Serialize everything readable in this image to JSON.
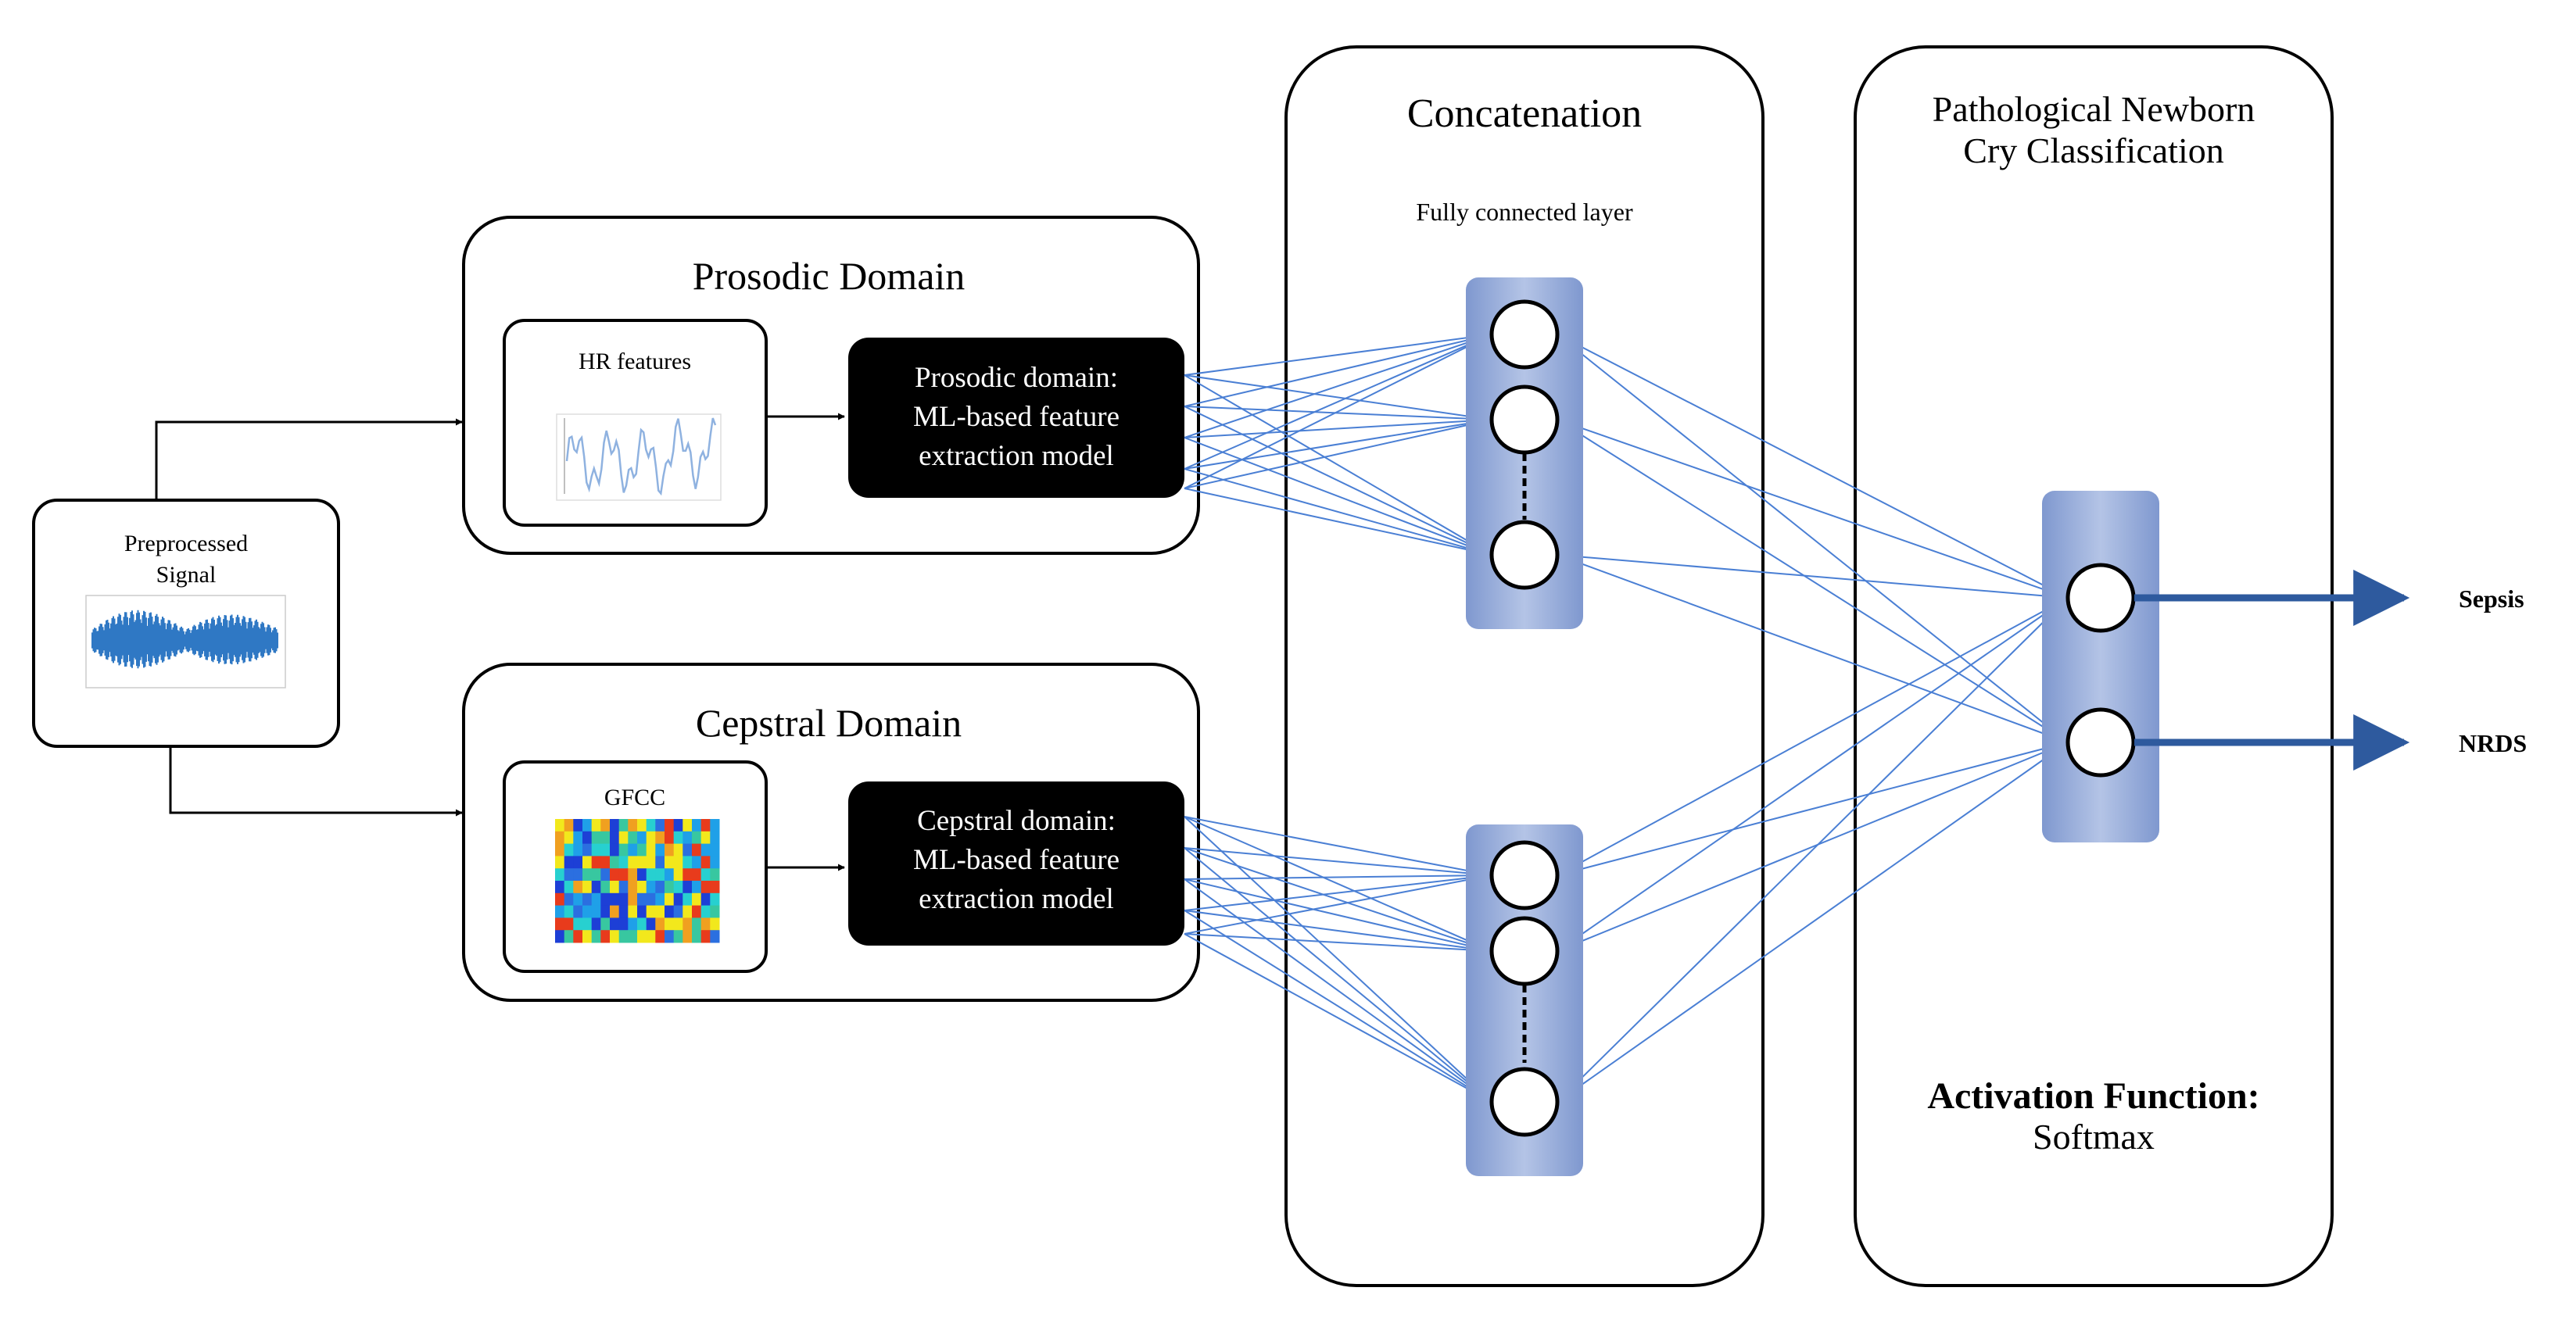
{
  "input": {
    "title_line1": "Preprocessed",
    "title_line2": "Signal"
  },
  "prosodic": {
    "domain_title": "Prosodic Domain",
    "feature_label": "HR features",
    "model_line1": "Prosodic domain:",
    "model_line2": "ML-based feature",
    "model_line3": "extraction model"
  },
  "cepstral": {
    "domain_title": "Cepstral Domain",
    "feature_label": "GFCC",
    "model_line1": "Cepstral domain:",
    "model_line2": "ML-based feature",
    "model_line3": "extraction model"
  },
  "concatenation": {
    "title": "Concatenation",
    "subtitle": "Fully connected layer"
  },
  "classification": {
    "title_line1": "Pathological Newborn",
    "title_line2": "Cry Classification",
    "activation_label": "Activation Function:",
    "activation_value": "Softmax"
  },
  "outputs": [
    "Sepsis",
    "NRDS"
  ],
  "colors": {
    "connection": "#4a7fd4",
    "node_column": "#8fa7d8",
    "output_arrow": "#2e5a9e",
    "model_box": "#000000"
  }
}
